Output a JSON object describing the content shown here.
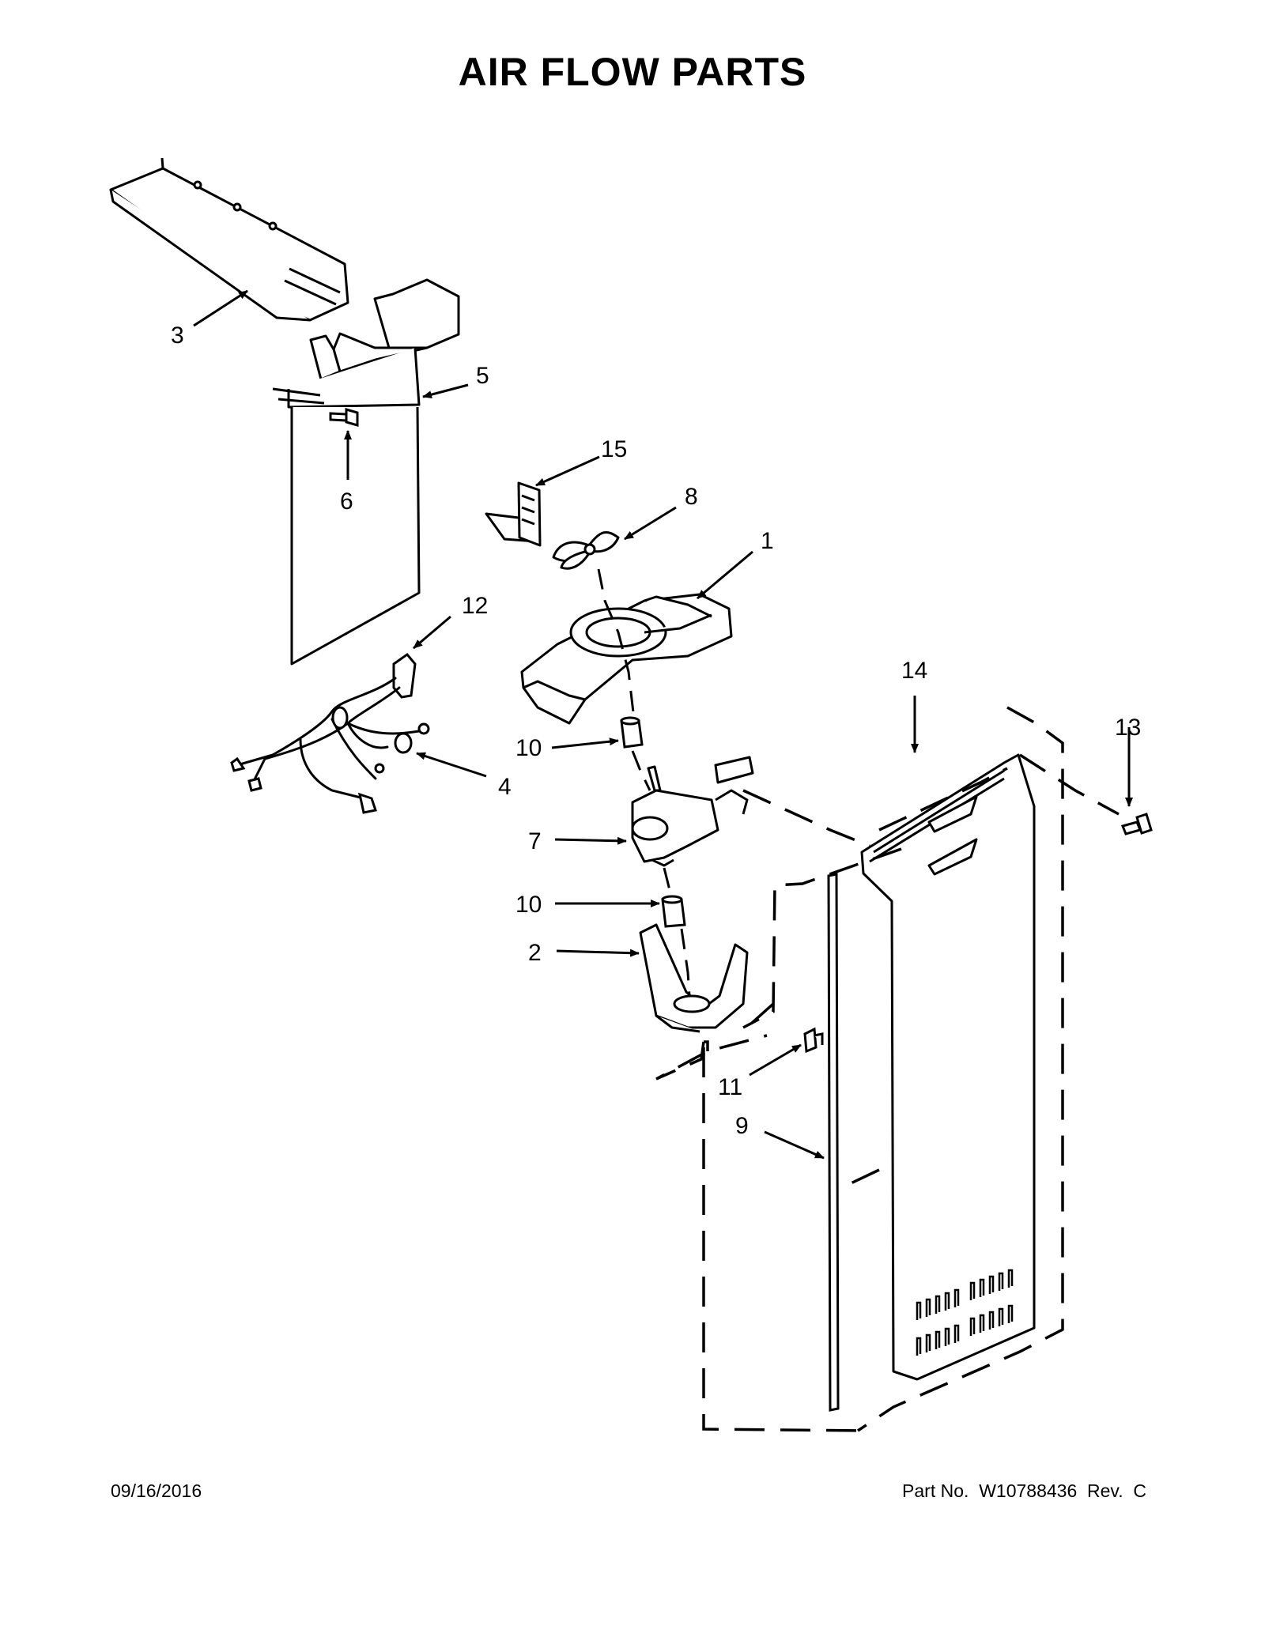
{
  "title": "AIR FLOW PARTS",
  "footer": {
    "date": "09/16/2016",
    "part_number": "Part No.  W10788436  Rev.  C"
  },
  "callouts": {
    "c1": "1",
    "c2": "2",
    "c3": "3",
    "c4": "4",
    "c5": "5",
    "c6": "6",
    "c7": "7",
    "c8": "8",
    "c9": "9",
    "c10a": "10",
    "c10b": "10",
    "c11": "11",
    "c12": "12",
    "c13": "13",
    "c14": "14",
    "c15": "15"
  }
}
